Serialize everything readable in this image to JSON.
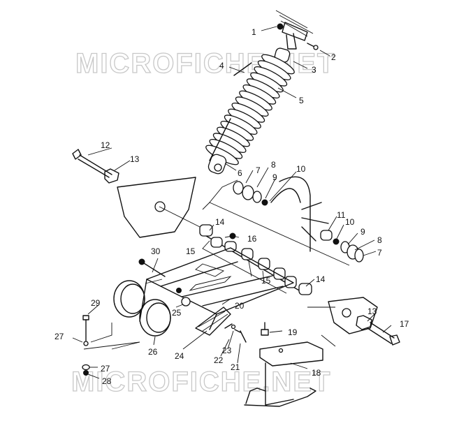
{
  "watermark": {
    "text": "MICROFICHE.NET",
    "color": "#c8c8c8"
  },
  "callouts": {
    "c1": "1",
    "c2": "2",
    "c3": "3",
    "c4": "4",
    "c5": "5",
    "c6": "6",
    "c7a": "7",
    "c7b": "7",
    "c8a": "8",
    "c8b": "8",
    "c9a": "9",
    "c9b": "9",
    "c10a": "10",
    "c10b": "10",
    "c11": "11",
    "c12": "12",
    "c13a": "13",
    "c13b": "13",
    "c14a": "14",
    "c14b": "14",
    "c15a": "15",
    "c15b": "15",
    "c16": "16",
    "c17": "17",
    "c18": "18",
    "c19": "19",
    "c20": "20",
    "c21": "21",
    "c22": "22",
    "c23": "23",
    "c24": "24",
    "c25": "25",
    "c26": "26",
    "c27a": "27",
    "c27b": "27",
    "c28": "28",
    "c29": "29",
    "c30": "30"
  }
}
